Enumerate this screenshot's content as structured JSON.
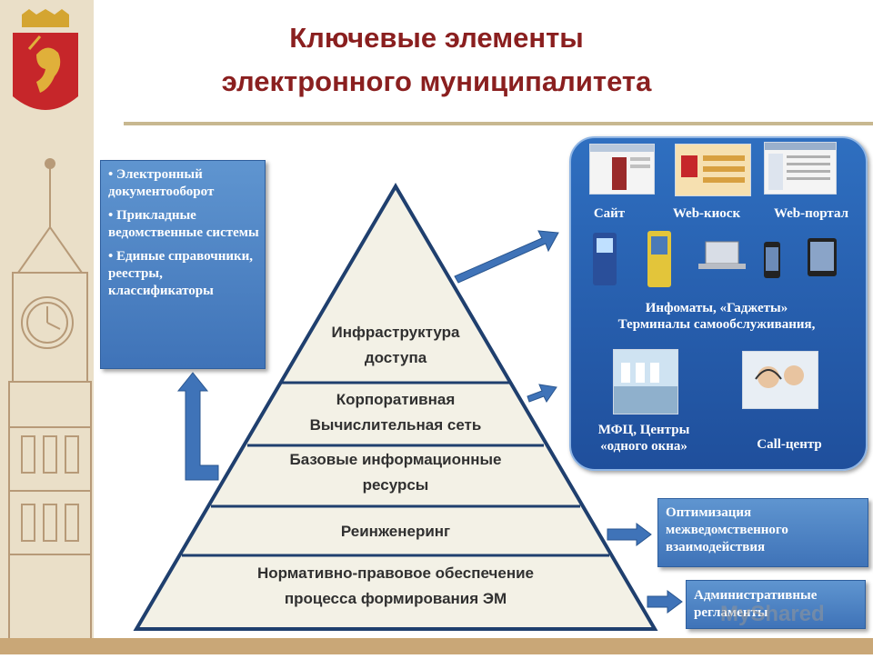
{
  "title": {
    "line1": "Ключевые элементы",
    "line2": "электронного муниципалитета"
  },
  "left_box": {
    "items": [
      "Электронный документооборот",
      "Прикладные ведомственные системы",
      "Единые справочники, реестры, классификаторы"
    ]
  },
  "pyramid": {
    "layers": [
      {
        "line1": "Инфраструктура",
        "line2": "доступа"
      },
      {
        "line1": "Корпоративная",
        "line2": "Вычислительная сеть"
      },
      {
        "line1": "Базовые информационные",
        "line2": "ресурсы"
      },
      {
        "line1": "Реинженеринг",
        "line2": ""
      },
      {
        "line1": "Нормативно-правовое обеспечение",
        "line2": "процесса формирования ЭМ"
      }
    ]
  },
  "access_panel": {
    "site_label": "Сайт",
    "kiosk_label": "Web-киоск",
    "portal_label": "Web-портал",
    "gadgets_line1": "Инфоматы, «Гаджеты»",
    "gadgets_line2": "Терминалы самообслуживания,",
    "mfc_line1": "МФЦ, Центры",
    "mfc_line2": "«одного окна»",
    "callcenter_label": "Call-центр"
  },
  "side_boxes": {
    "optimization": "Оптимизация межведомственного взаимодействия",
    "regulations": "Административные регламенты"
  },
  "watermark": "MyShared",
  "colors": {
    "title": "#8a1f1f",
    "box_blue": "#3f73b8",
    "pyramid_fill": "#f3f1e6",
    "pyramid_stroke": "#1f3f6e",
    "strip": "#e9dcc4"
  }
}
